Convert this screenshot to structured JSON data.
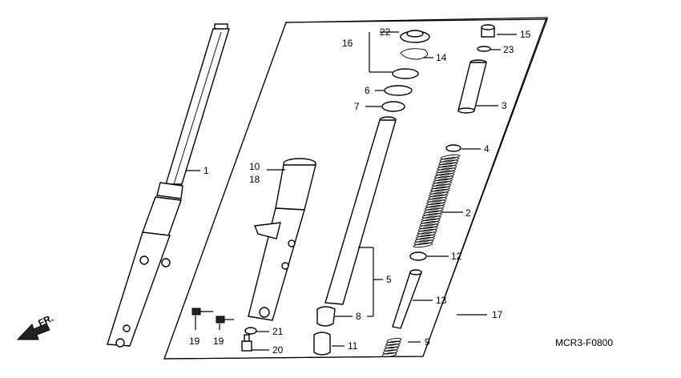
{
  "diagram": {
    "code": "MCR3-F0800",
    "direction": "FR.",
    "callouts": [
      {
        "id": "c1",
        "label": "1"
      },
      {
        "id": "c2",
        "label": "2"
      },
      {
        "id": "c3",
        "label": "3"
      },
      {
        "id": "c4",
        "label": "4"
      },
      {
        "id": "c5",
        "label": "5"
      },
      {
        "id": "c6",
        "label": "6"
      },
      {
        "id": "c7",
        "label": "7"
      },
      {
        "id": "c8",
        "label": "8"
      },
      {
        "id": "c9",
        "label": "9"
      },
      {
        "id": "c10",
        "label": "10"
      },
      {
        "id": "c11",
        "label": "11"
      },
      {
        "id": "c12",
        "label": "12"
      },
      {
        "id": "c13",
        "label": "13"
      },
      {
        "id": "c14",
        "label": "14"
      },
      {
        "id": "c15",
        "label": "15"
      },
      {
        "id": "c16",
        "label": "16"
      },
      {
        "id": "c17",
        "label": "17"
      },
      {
        "id": "c18",
        "label": "18"
      },
      {
        "id": "c19a",
        "label": "19"
      },
      {
        "id": "c19b",
        "label": "19"
      },
      {
        "id": "c20",
        "label": "20"
      },
      {
        "id": "c21",
        "label": "21"
      },
      {
        "id": "c22",
        "label": "22"
      },
      {
        "id": "c23",
        "label": "23"
      }
    ]
  }
}
